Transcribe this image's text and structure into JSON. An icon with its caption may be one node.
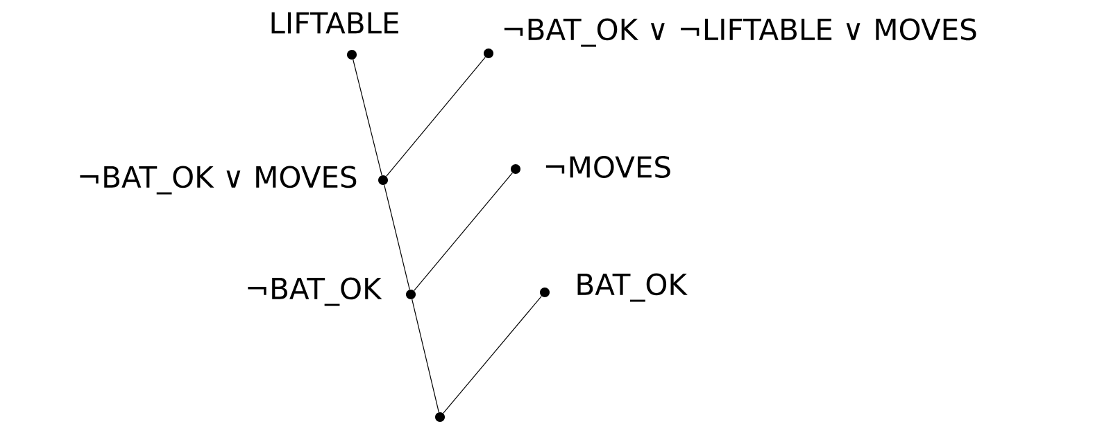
{
  "diagram": {
    "nodes": [
      {
        "text": [
          "LIFTABLE"
        ]
      },
      {
        "text": [
          "¬BAT_OK ∨ ¬LIFTABLE ∨ MOVES"
        ]
      },
      {
        "text": [
          "¬BAT_OK ∨ MOVES"
        ]
      },
      {
        "text": [
          "¬MOVES"
        ]
      },
      {
        "text": [
          "¬BAT_OK"
        ]
      },
      {
        "text": [
          "BAT_OK"
        ]
      },
      {
        "text": [],
        "shape": "circle"
      }
    ],
    "edges": [
      {
        "from": 0,
        "to": 2,
        "arrow": "none"
      },
      {
        "from": 1,
        "to": 2,
        "arrow": "none"
      },
      {
        "from": 2,
        "to": 4,
        "arrow": "none"
      },
      {
        "from": 3,
        "to": 4,
        "arrow": "none"
      },
      {
        "from": 4,
        "to": 6,
        "arrow": "none"
      },
      {
        "from": 5,
        "to": 6,
        "arrow": "none"
      }
    ]
  }
}
